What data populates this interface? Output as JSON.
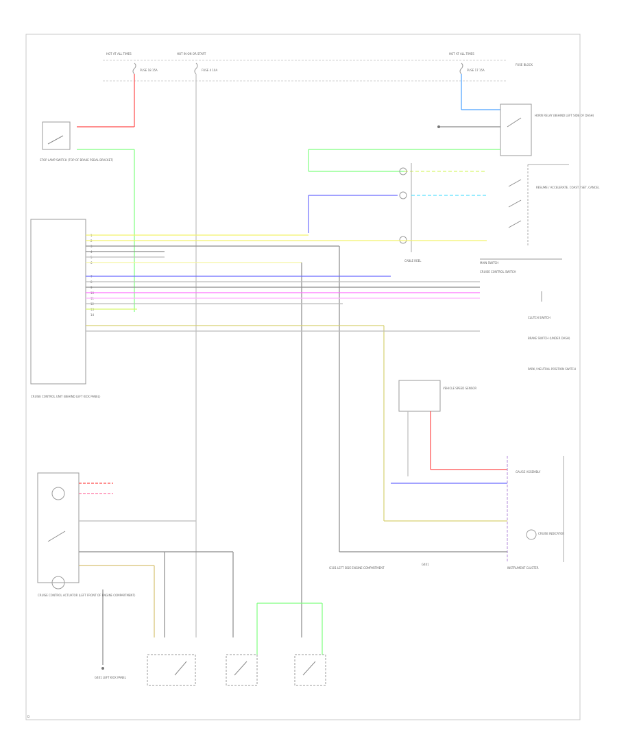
{
  "diagram": {
    "top_bus": {
      "left": "HOT AT ALL TIMES",
      "mid": "HOT IN ON OR START",
      "right": "HOT AT ALL TIMES",
      "fuse_box": "FUSE BLOCK"
    },
    "fuses": {
      "left": "FUSE 18 15A",
      "mid": "FUSE 4 10A",
      "right": "FUSE 17 15A"
    },
    "components": {
      "stop_lamp_switch": "STOP LAMP SWITCH (TOP OF BRAKE PEDAL BRACKET)",
      "cruise_relay": "HORN RELAY (BEHIND LEFT SIDE OF DASH)",
      "cruise_control_unit": "CRUISE CONTROL UNIT (BEHIND LEFT KICK PANEL)",
      "main_switch": "MAIN SWITCH",
      "set_resume": "RESUME / ACCELERATE, COAST / SET, CANCEL",
      "steering_wheel_switch": "CRUISE CONTROL SWITCH",
      "cable_reel": "CABLE REEL",
      "cruise_actuator": "CRUISE CONTROL ACTUATOR (LEFT FRONT OF ENGINE COMPARTMENT)",
      "vss": "VEHICLE SPEED SENSOR",
      "instrument_cluster": "INSTRUMENT CLUSTER",
      "gauge_assembly": "GAUGE ASSEMBLY",
      "cruise_indicator": "CRUISE INDICATOR",
      "clutch_switch": "CLUTCH SWITCH",
      "park_neutral": "PARK / NEUTRAL POSITION SWITCH",
      "brake_switch": "BRAKE SWITCH (UNDER DASH)",
      "ground_left": "G401 LEFT KICK PANEL",
      "ground_mid": "G101 LEFT SIDE ENGINE COMPARTMENT",
      "ground_right": "G401"
    },
    "pins": [
      "1",
      "2",
      "3",
      "4",
      "5",
      "6",
      "7",
      "8",
      "9",
      "10",
      "11",
      "12",
      "13",
      "14"
    ],
    "footer": "D"
  }
}
